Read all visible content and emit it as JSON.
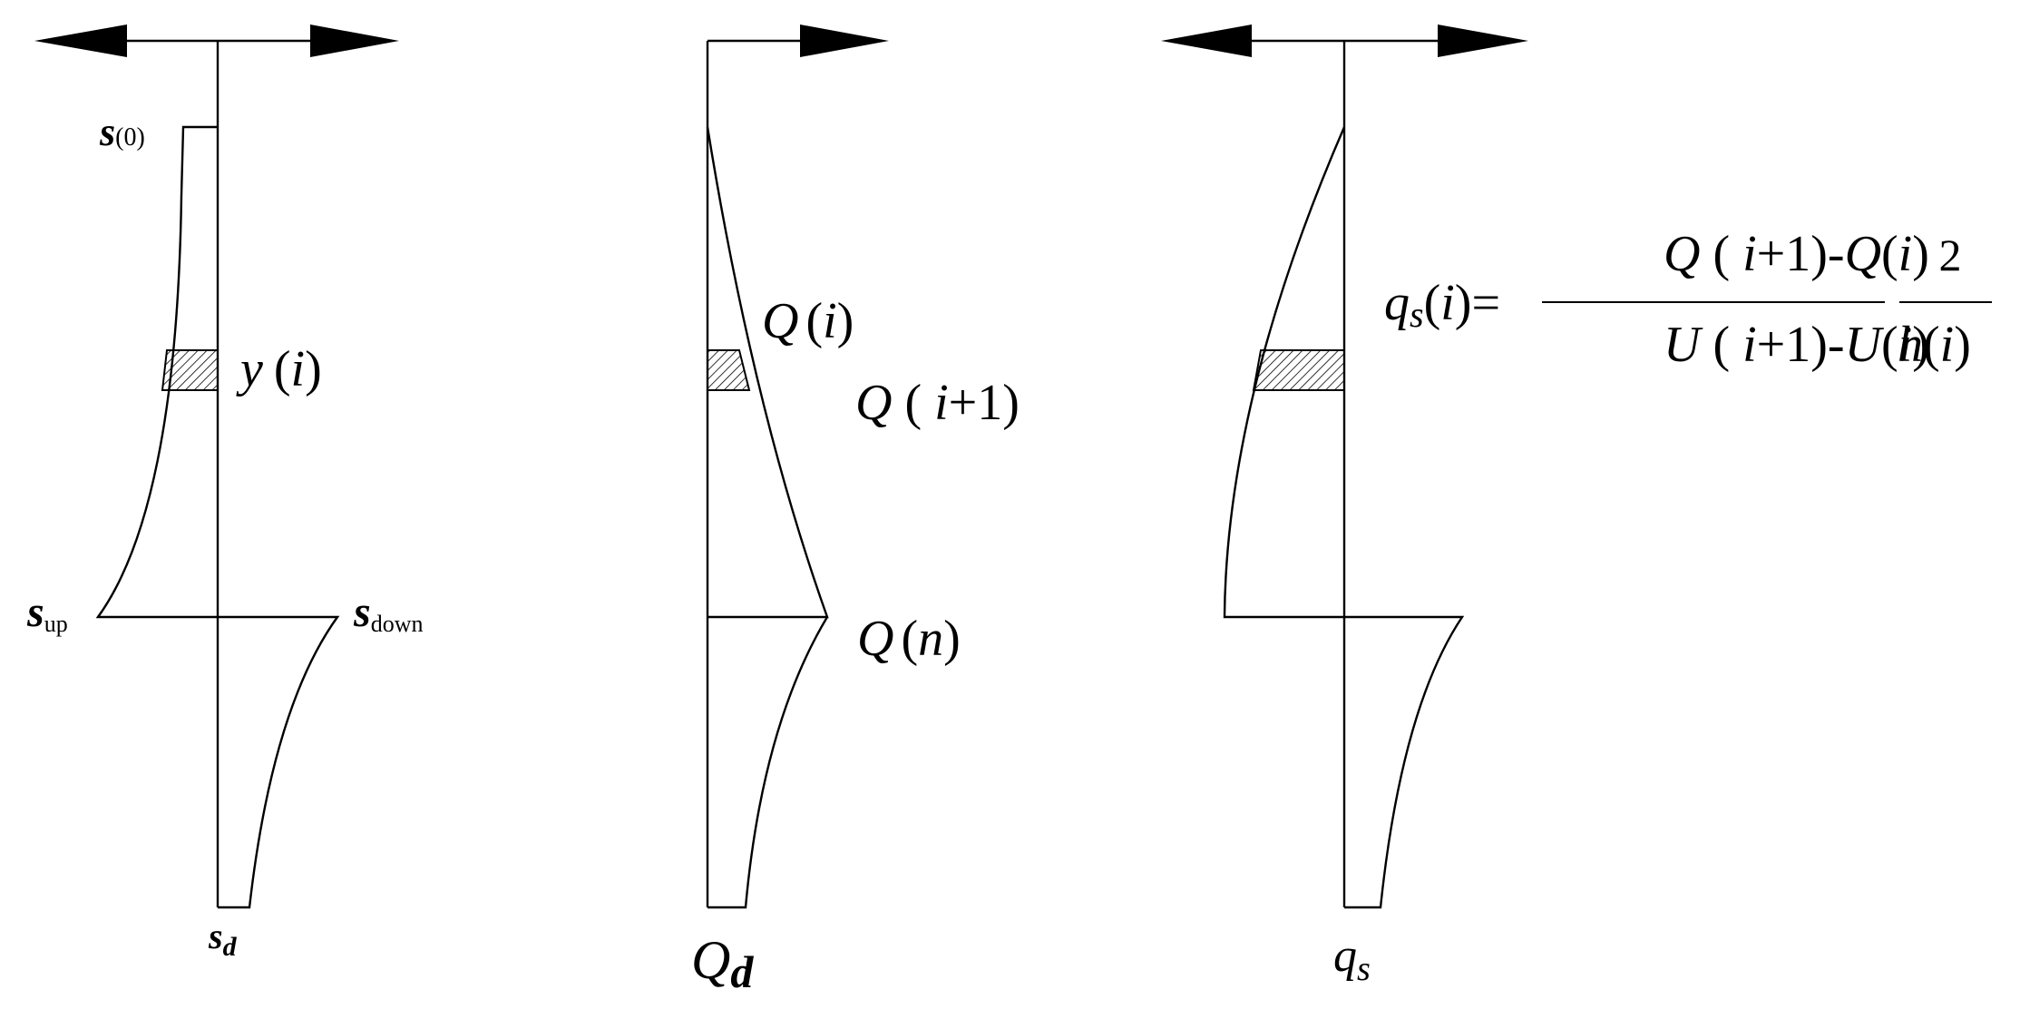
{
  "panel_left": {
    "label_s0": {
      "main": "s",
      "sub": "(0)"
    },
    "label_y": {
      "var": "y",
      "lp": "(",
      "idx": "i",
      "rp": ")"
    },
    "label_sup": {
      "main": "s",
      "sub": "up"
    },
    "label_sdown": {
      "main": "s",
      "sub": "down"
    },
    "label_bottom": {
      "main": "s",
      "sub": "d"
    }
  },
  "panel_middle": {
    "label_qi": {
      "var": "Q",
      "lp": "(",
      "idx": "i",
      "rp": ")"
    },
    "label_qi1": {
      "var": "Q",
      "lp": " ( ",
      "idx": "i",
      "rest": "+1)"
    },
    "label_qn": {
      "var": "Q",
      "lp": "(",
      "idx": "n",
      "rp": ")"
    },
    "label_bottom": {
      "main": "Q",
      "sub": "d"
    }
  },
  "panel_right": {
    "formula": {
      "lhs": {
        "var": "q",
        "sub": "s",
        "lp": "(",
        "idx": "i",
        "rp": ")",
        "eq": "="
      },
      "num": {
        "v1": "Q",
        "p1": " ( ",
        "i1": "i",
        "r1": "+1)-",
        "v2": "Q",
        "p2": "(",
        "i2": "i",
        "r2": ")"
      },
      "den": {
        "v1": "U",
        "p1": " ( ",
        "i1": "i",
        "r1": "+1)-",
        "v2": "U",
        "p2": "(",
        "i2": "i",
        "r2": ")"
      },
      "num2": "2",
      "den2": {
        "v": "h",
        "p": "(",
        "i": "i",
        "r": ")"
      }
    },
    "label_bottom": {
      "main": "q",
      "sub": "s"
    }
  }
}
